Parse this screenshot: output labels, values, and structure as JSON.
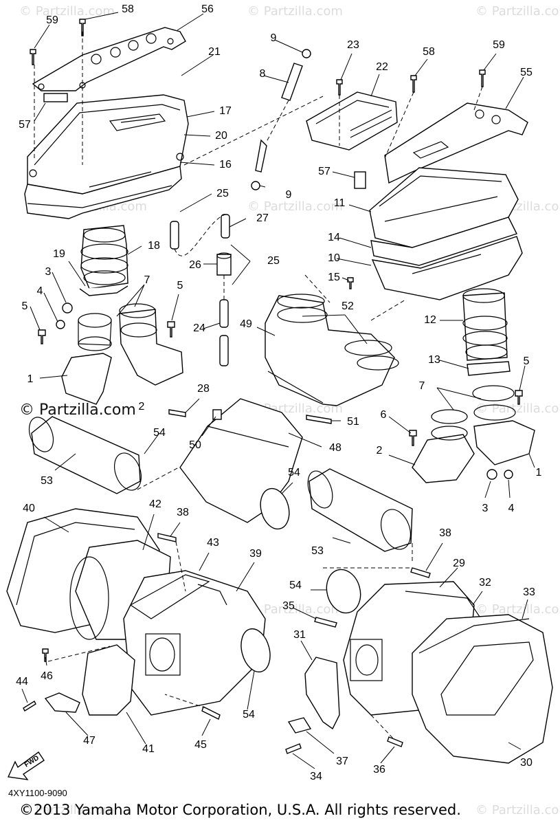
{
  "watermark": "© Partzilla.com",
  "copyright_inline": "© Partzilla.com",
  "ref_code": "4XY1100-9090",
  "footer": "©2013 Yamaha Motor Corporation, U.S.A. All rights reserved.",
  "fwd_label": "FWD",
  "callouts": {
    "c59a": "59",
    "c58a": "58",
    "c56": "56",
    "c21": "21",
    "c57a": "57",
    "c17": "17",
    "c20": "20",
    "c16": "16",
    "c9a": "9",
    "c8": "8",
    "c23": "23",
    "c22": "22",
    "c58b": "58",
    "c59b": "59",
    "c55": "55",
    "c57b": "57",
    "c9b": "9",
    "c11": "11",
    "c25a": "25",
    "c27": "27",
    "c18": "18",
    "c19": "19",
    "c3a": "3",
    "c4a": "4",
    "c7a": "7",
    "c5a": "5",
    "c5b": "5",
    "c1a": "1",
    "c2a": "2",
    "c14": "14",
    "c10": "10",
    "c26": "26",
    "c25b": "25",
    "c15": "15",
    "c52": "52",
    "c12": "12",
    "c24": "24",
    "c49": "49",
    "c13": "13",
    "c5c": "5",
    "c7b": "7",
    "c28": "28",
    "c50": "50",
    "c51": "51",
    "c6": "6",
    "c54a": "54",
    "c48": "48",
    "c2b": "2",
    "c1b": "1",
    "c53a": "53",
    "c54b": "54",
    "c3b": "3",
    "c4b": "4",
    "c40": "40",
    "c42": "42",
    "c38a": "38",
    "c43": "43",
    "c39": "39",
    "c53b": "53",
    "c38b": "38",
    "c29": "29",
    "c54c": "54",
    "c32": "32",
    "c33": "33",
    "c35": "35",
    "c31": "31",
    "c46": "46",
    "c44": "44",
    "c54d": "54",
    "c47": "47",
    "c41": "41",
    "c45": "45",
    "c37": "37",
    "c36": "36",
    "c30": "30",
    "c34": "34"
  }
}
